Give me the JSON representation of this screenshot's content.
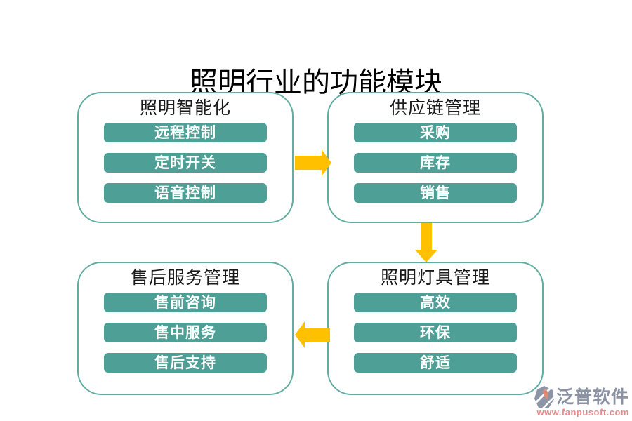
{
  "page": {
    "title": "照明行业的功能模块"
  },
  "boxes": [
    {
      "id": "lighting-intelligence",
      "title": "照明智能化",
      "items": [
        "远程控制",
        "定时开关",
        "语音控制"
      ]
    },
    {
      "id": "supply-chain",
      "title": "供应链管理",
      "items": [
        "采购",
        "库存",
        "销售"
      ]
    },
    {
      "id": "after-sales-service",
      "title": "售后服务管理",
      "items": [
        "售前咨询",
        "售中服务",
        "售后支持"
      ]
    },
    {
      "id": "lighting-fixtures",
      "title": "照明灯具管理",
      "items": [
        "高效",
        "环保",
        "舒适"
      ]
    }
  ],
  "arrows": [
    {
      "direction": "right",
      "from": "照明智能化",
      "to": "供应链管理"
    },
    {
      "direction": "down",
      "from": "供应链管理",
      "to": "照明灯具管理"
    },
    {
      "direction": "left",
      "from": "照明灯具管理",
      "to": "售后服务管理"
    }
  ],
  "watermark": {
    "brand": "泛普软件",
    "url": "www.fanpusoft.com"
  },
  "colors": {
    "box_border": "#62ada2",
    "bar_fill": "#4ea096",
    "bar_text": "#ffffff",
    "arrow": "#ffc000",
    "title_text": "#000000",
    "brand_text": "#8a92a4",
    "brand_url": "#e88b8b"
  }
}
